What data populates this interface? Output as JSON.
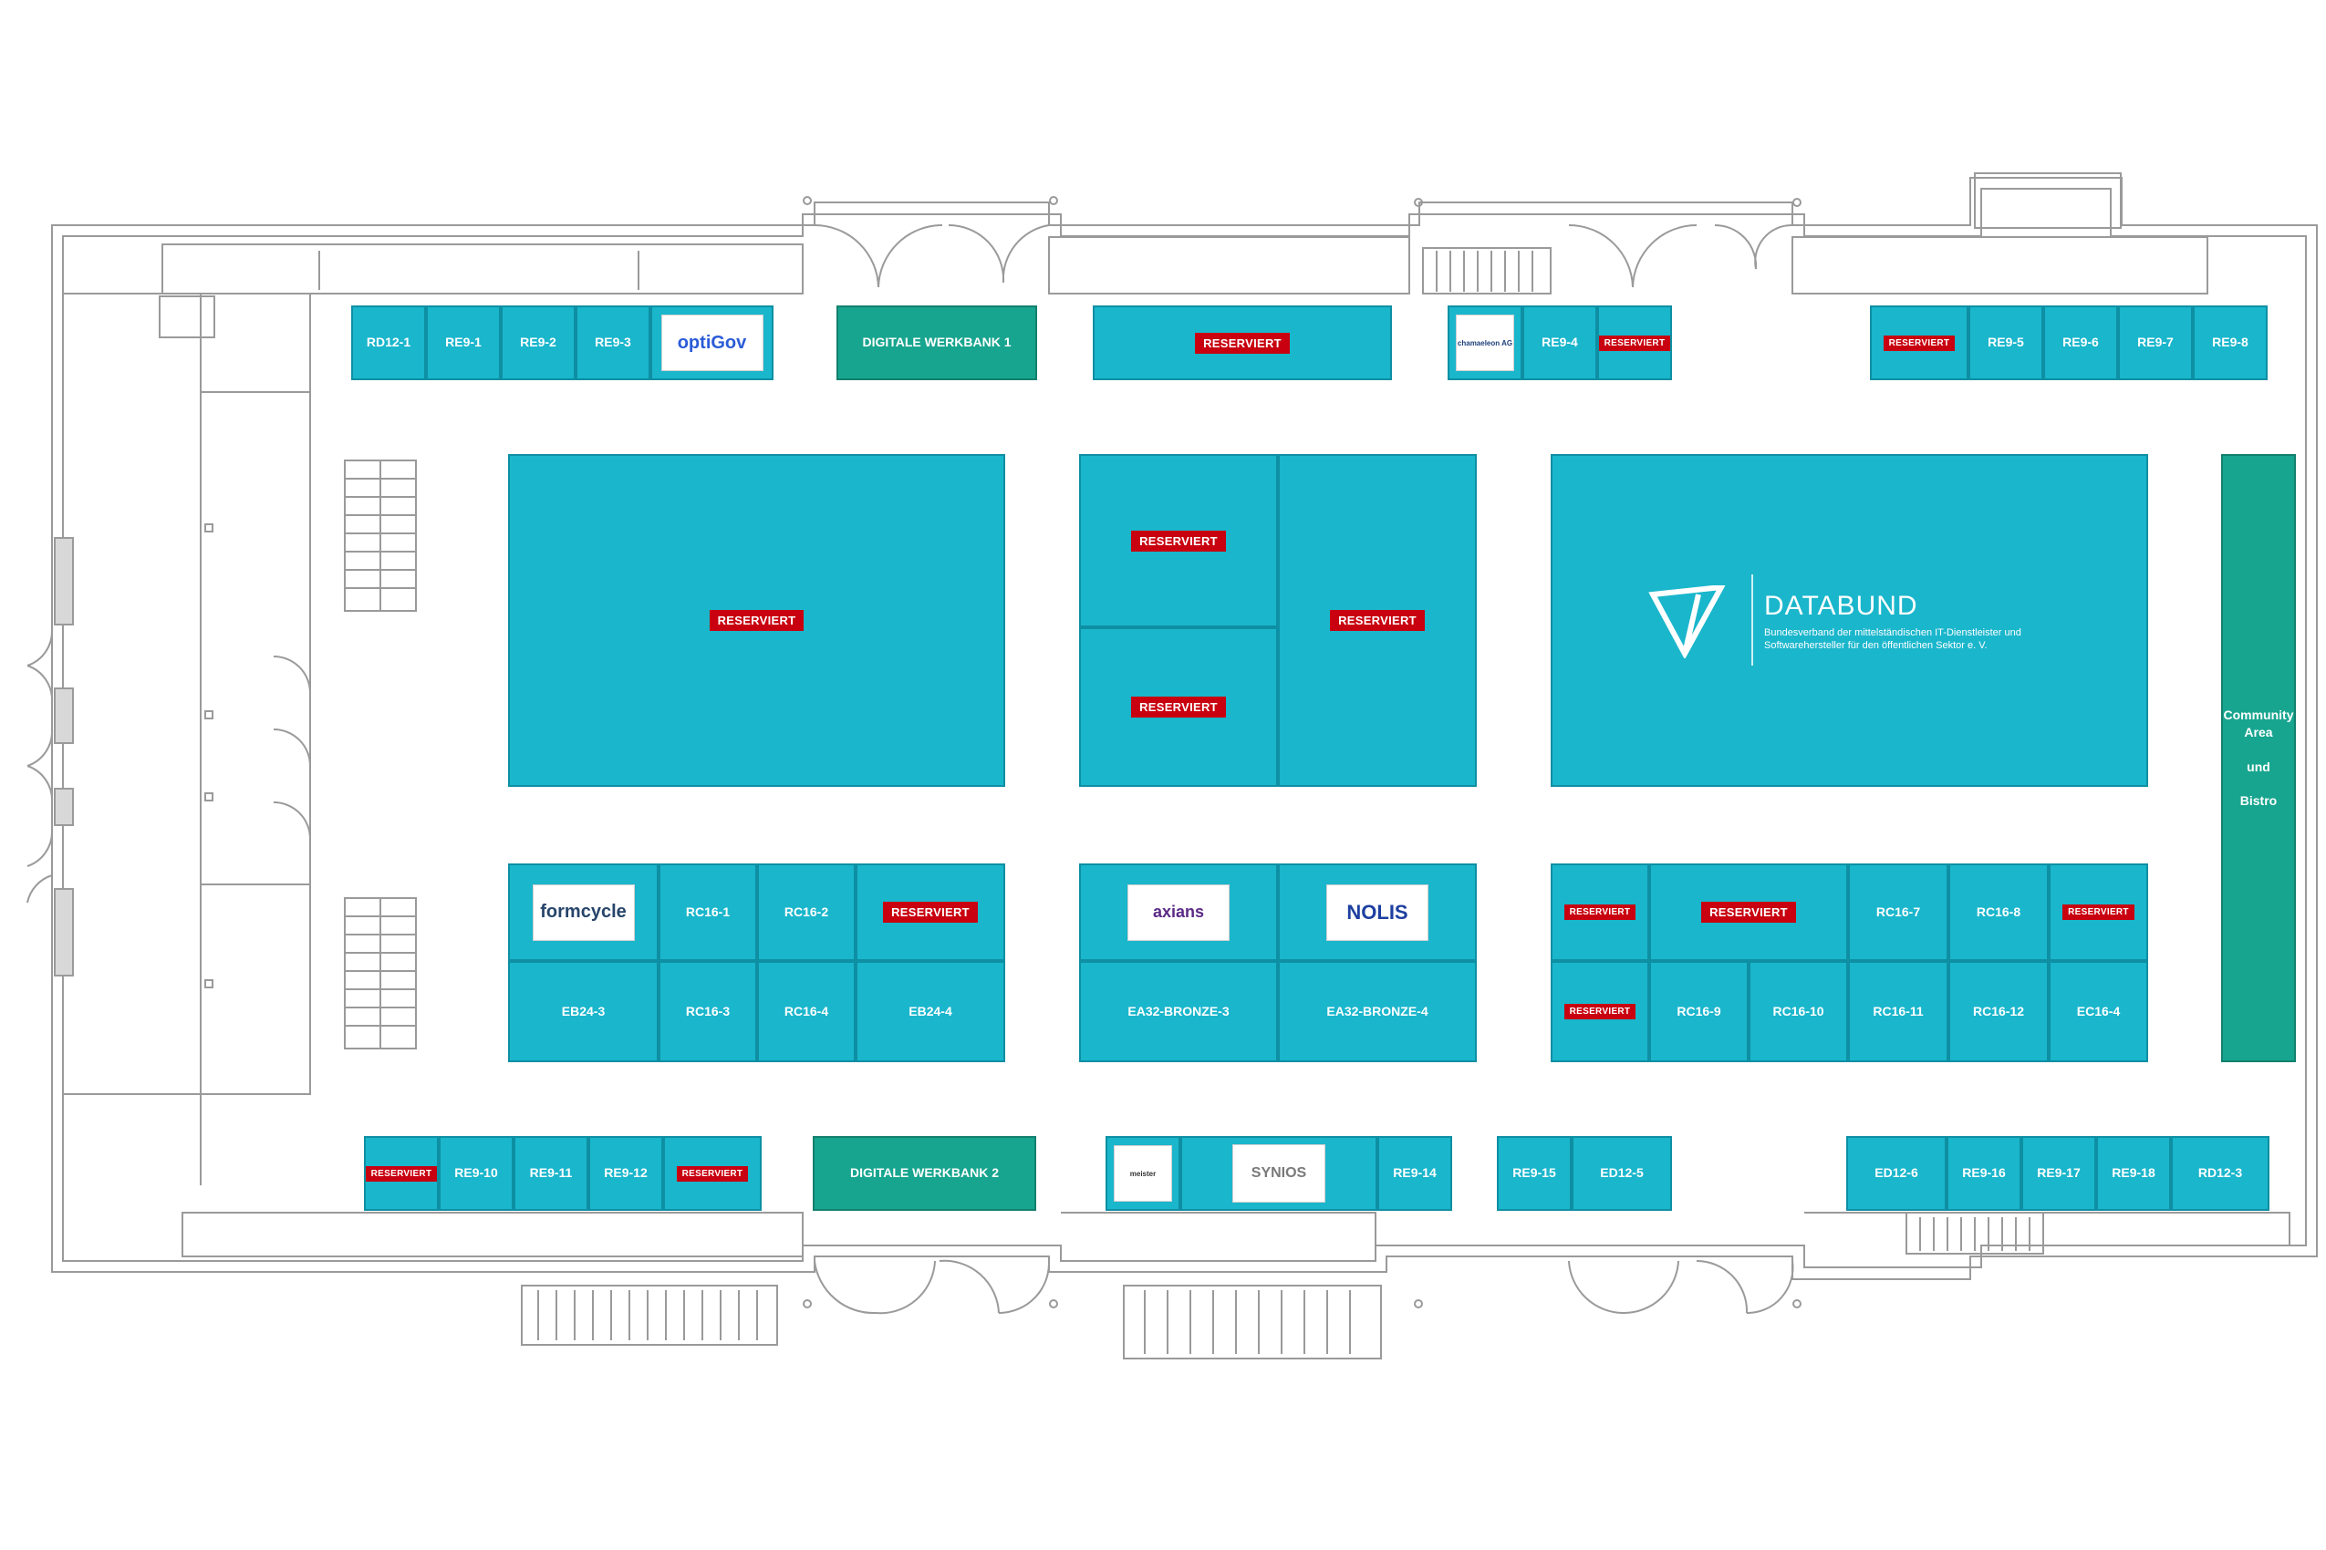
{
  "colors": {
    "booth": "#1ab6cc",
    "special": "#18a58f",
    "reserved": "#c8000f",
    "walls": "#9a9a9a"
  },
  "reserved_label": "RESERVIERT",
  "booths": [
    {
      "id": "rd12-1",
      "label": "RD12-1"
    },
    {
      "id": "re9-1",
      "label": "RE9-1"
    },
    {
      "id": "re9-2",
      "label": "RE9-2"
    },
    {
      "id": "re9-3",
      "label": "RE9-3"
    },
    {
      "id": "optigov",
      "logo": "optiGov"
    },
    {
      "id": "dw1",
      "label": "DIGITALE WERKBANK 1"
    },
    {
      "id": "res-top-1",
      "reserved": true
    },
    {
      "id": "chamaeleon",
      "logo": "chamaeleon AG"
    },
    {
      "id": "re9-4",
      "label": "RE9-4"
    },
    {
      "id": "res-top-2",
      "reserved": true
    },
    {
      "id": "res-top-3",
      "reserved": true
    },
    {
      "id": "re9-5",
      "label": "RE9-5"
    },
    {
      "id": "re9-6",
      "label": "RE9-6"
    },
    {
      "id": "re9-7",
      "label": "RE9-7"
    },
    {
      "id": "re9-8",
      "label": "RE9-8"
    },
    {
      "id": "big-1",
      "reserved": true
    },
    {
      "id": "mid-a",
      "reserved": true
    },
    {
      "id": "mid-b",
      "reserved": true
    },
    {
      "id": "mid-c",
      "reserved": true
    },
    {
      "id": "databund",
      "logo": "DATABUND"
    },
    {
      "id": "community",
      "label": "Community\nArea\n\nund\n\nBistro"
    },
    {
      "id": "formcycle",
      "logo": "formcycle"
    },
    {
      "id": "rc16-1",
      "label": "RC16-1"
    },
    {
      "id": "rc16-2",
      "label": "RC16-2"
    },
    {
      "id": "res-b1",
      "reserved": true
    },
    {
      "id": "eb24-3",
      "label": "EB24-3"
    },
    {
      "id": "rc16-3",
      "label": "RC16-3"
    },
    {
      "id": "rc16-4",
      "label": "RC16-4"
    },
    {
      "id": "eb24-4",
      "label": "EB24-4"
    },
    {
      "id": "axians",
      "logo": "axians"
    },
    {
      "id": "nolis",
      "logo": "NOLIS"
    },
    {
      "id": "ea32-3",
      "label": "EA32-BRONZE-3"
    },
    {
      "id": "ea32-4",
      "label": "EA32-BRONZE-4"
    },
    {
      "id": "res-c1",
      "reserved": true
    },
    {
      "id": "res-c2",
      "reserved": true
    },
    {
      "id": "rc16-7",
      "label": "RC16-7"
    },
    {
      "id": "rc16-8",
      "label": "RC16-8"
    },
    {
      "id": "res-c3",
      "reserved": true
    },
    {
      "id": "res-c4",
      "reserved": true
    },
    {
      "id": "rc16-9",
      "label": "RC16-9"
    },
    {
      "id": "rc16-10",
      "label": "RC16-10"
    },
    {
      "id": "rc16-11",
      "label": "RC16-11"
    },
    {
      "id": "rc16-12",
      "label": "RC16-12"
    },
    {
      "id": "ec16-4",
      "label": "EC16-4"
    },
    {
      "id": "res-bot-1",
      "reserved": true
    },
    {
      "id": "re9-10",
      "label": "RE9-10"
    },
    {
      "id": "re9-11",
      "label": "RE9-11"
    },
    {
      "id": "re9-12",
      "label": "RE9-12"
    },
    {
      "id": "res-bot-2",
      "reserved": true
    },
    {
      "id": "dw2",
      "label": "DIGITALE WERKBANK 2"
    },
    {
      "id": "meister",
      "logo": "meister"
    },
    {
      "id": "synios",
      "logo": "SYNIOS"
    },
    {
      "id": "re9-14",
      "label": "RE9-14"
    },
    {
      "id": "re9-15",
      "label": "RE9-15"
    },
    {
      "id": "ed12-5",
      "label": "ED12-5"
    },
    {
      "id": "ed12-6",
      "label": "ED12-6"
    },
    {
      "id": "re9-16",
      "label": "RE9-16"
    },
    {
      "id": "re9-17",
      "label": "RE9-17"
    },
    {
      "id": "re9-18",
      "label": "RE9-18"
    },
    {
      "id": "rd12-3",
      "label": "RD12-3"
    }
  ],
  "databund": {
    "name": "DATABUND",
    "tagline": "Bundesverband der mittelständischen IT-Dienstleister und Softwarehersteller für den öffentlichen Sektor e. V."
  }
}
